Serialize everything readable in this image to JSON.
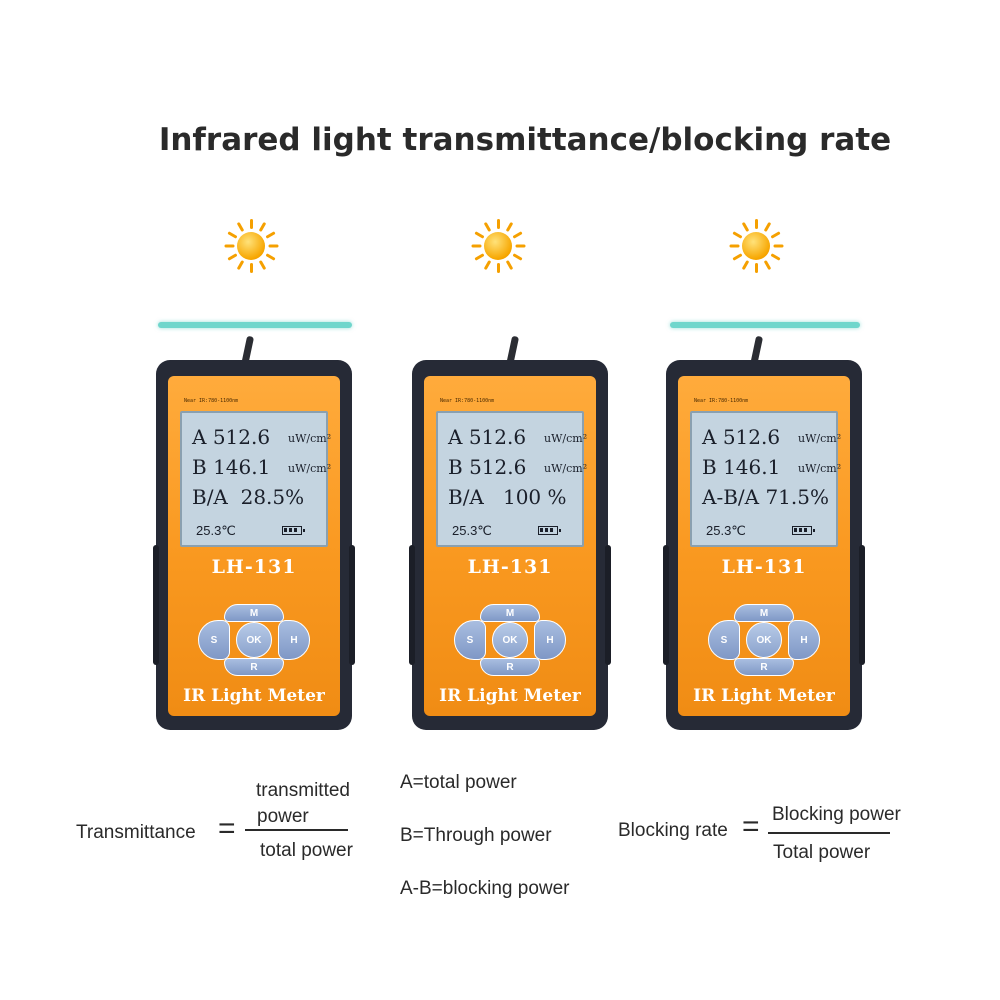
{
  "title": "Infrared light transmittance/blocking rate",
  "devices": [
    {
      "spec_label": "Near IR:780-1100nm",
      "row1_label": "A",
      "row1_value": "512.6",
      "row1_unit": "uW/cm²",
      "row2_label": "B",
      "row2_value": "146.1",
      "row2_unit": "uW/cm²",
      "row3_label": "B/A",
      "row3_value": "28.5%",
      "temperature": "25.3℃",
      "model": "LH-131",
      "keys": {
        "m": "M",
        "s": "S",
        "ok": "OK",
        "h": "H",
        "r": "R"
      },
      "brand": "IR Light Meter"
    },
    {
      "spec_label": "Near IR:780-1100nm",
      "row1_label": "A",
      "row1_value": "512.6",
      "row1_unit": "uW/cm²",
      "row2_label": "B",
      "row2_value": "512.6",
      "row2_unit": "uW/cm²",
      "row3_label": "B/A",
      "row3_value": "100 %",
      "temperature": "25.3℃",
      "model": "LH-131",
      "keys": {
        "m": "M",
        "s": "S",
        "ok": "OK",
        "h": "H",
        "r": "R"
      },
      "brand": "IR Light Meter"
    },
    {
      "spec_label": "Near IR:780-1100nm",
      "row1_label": "A",
      "row1_value": "512.6",
      "row1_unit": "uW/cm²",
      "row2_label": "B",
      "row2_value": "146.1",
      "row2_unit": "uW/cm²",
      "row3_label": "A-B/A",
      "row3_value": "71.5%",
      "temperature": "25.3℃",
      "model": "LH-131",
      "keys": {
        "m": "M",
        "s": "S",
        "ok": "OK",
        "h": "H",
        "r": "R"
      },
      "brand": "IR Light Meter"
    }
  ],
  "formulas": {
    "transmittance_label": "Transmittance",
    "equals": "=",
    "transmittance_numerator_1": "transmitted",
    "transmittance_numerator_2": "power",
    "transmittance_denominator": "total power",
    "legend_a": "A=total power",
    "legend_b": "B=Through power",
    "legend_ab": "A-B=blocking power",
    "blocking_label": "Blocking rate",
    "blocking_numerator": "Blocking power",
    "blocking_denominator": "Total power"
  },
  "colors": {
    "device_body": "#262a36",
    "device_face": "#f9981f",
    "screen": "#c4d4e0",
    "film": "#6fd6cc",
    "sun": "#f7a600",
    "keys": "#8aa2cc"
  }
}
